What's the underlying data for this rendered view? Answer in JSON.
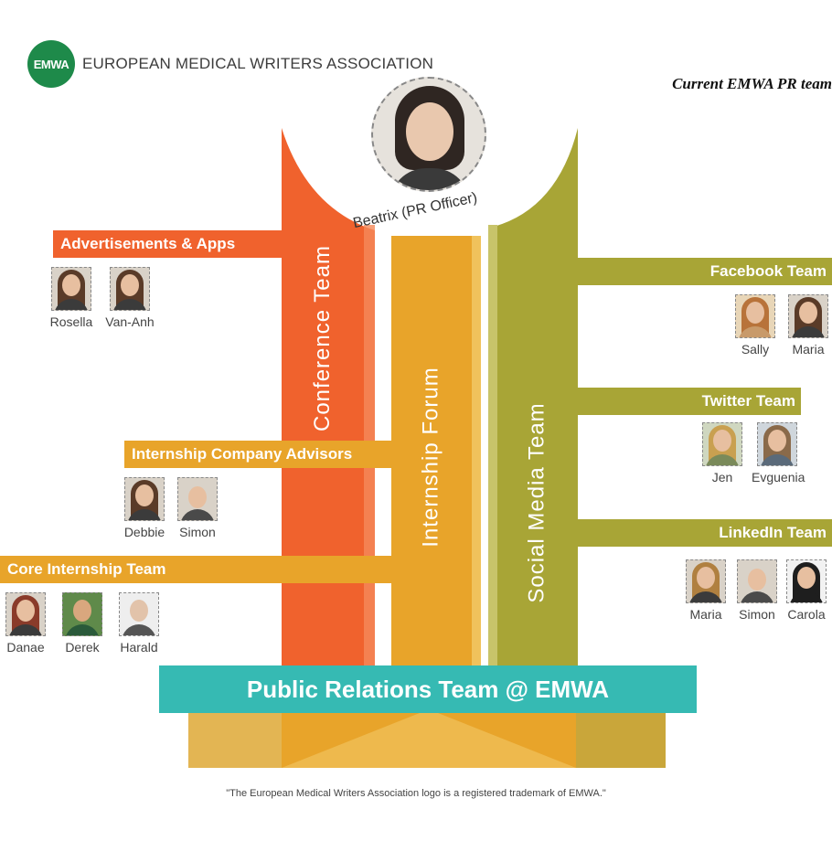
{
  "header": {
    "logo_badge": "EMWA",
    "logo_text": "EUROPEAN MEDICAL WRITERS ASSOCIATION",
    "caption": "Current EMWA PR team"
  },
  "center": {
    "label": "Beatrix (PR Officer)"
  },
  "towers": {
    "conference": "Conference Team",
    "internship_forum": "Internship Forum",
    "social_media": "Social Media Team"
  },
  "branches": {
    "advertisements": {
      "label": "Advertisements & Apps",
      "people": [
        "Rosella",
        "Van-Anh"
      ]
    },
    "company_advisors": {
      "label": "Internship Company Advisors",
      "people": [
        "Debbie",
        "Simon"
      ]
    },
    "core_internship": {
      "label": "Core Internship Team",
      "people": [
        "Danae",
        "Derek",
        "Harald"
      ]
    },
    "facebook": {
      "label": "Facebook Team",
      "people": [
        "Sally",
        "Maria"
      ]
    },
    "twitter": {
      "label": "Twitter Team",
      "people": [
        "Jen",
        "Evguenia"
      ]
    },
    "linkedin": {
      "label": "LinkedIn Team",
      "people": [
        "Maria",
        "Simon",
        "Carola"
      ]
    }
  },
  "banner": "Public Relations Team @ EMWA",
  "footer": "\"The European Medical Writers Association logo is a registered trademark of EMWA.\"",
  "colors": {
    "orange": "#f0622d",
    "amber": "#e8a42a",
    "olive": "#a8a536",
    "teal": "#36bab3",
    "logo_green": "#1e8a4a"
  }
}
